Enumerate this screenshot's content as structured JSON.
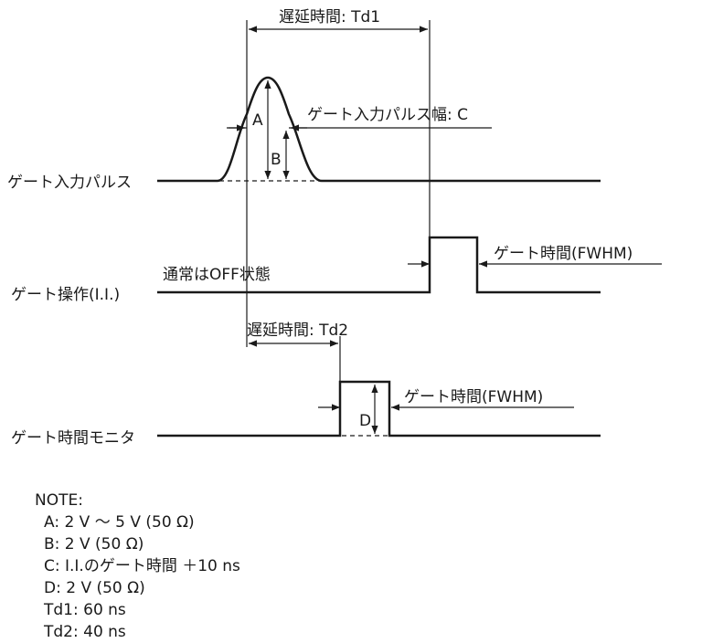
{
  "signals": {
    "gate_input_pulse": "ゲート入力パルス",
    "gate_operation": "ゲート操作(I.I.)",
    "gate_time_monitor": "ゲート時間モニタ"
  },
  "annotations": {
    "delay_td1": "遅延時間: Td1",
    "input_pulse_width": "ゲート入力パルス幅: C",
    "gate_time_fwhm_1": "ゲート時間(FWHM)",
    "normally_off": "通常はOFF状態",
    "delay_td2": "遅延時間: Td2",
    "gate_time_fwhm_2": "ゲート時間(FWHM)",
    "label_a": "A",
    "label_b": "B",
    "label_d": "D"
  },
  "notes": {
    "header": "NOTE:",
    "items": [
      "A: 2 V ～ 5 V (50 Ω)",
      "B: 2 V (50 Ω)",
      "C: I.I.のゲート時間 ＋10 ns",
      "D: 2 V (50 Ω)",
      "Td1: 60 ns",
      "Td2: 40 ns"
    ]
  }
}
